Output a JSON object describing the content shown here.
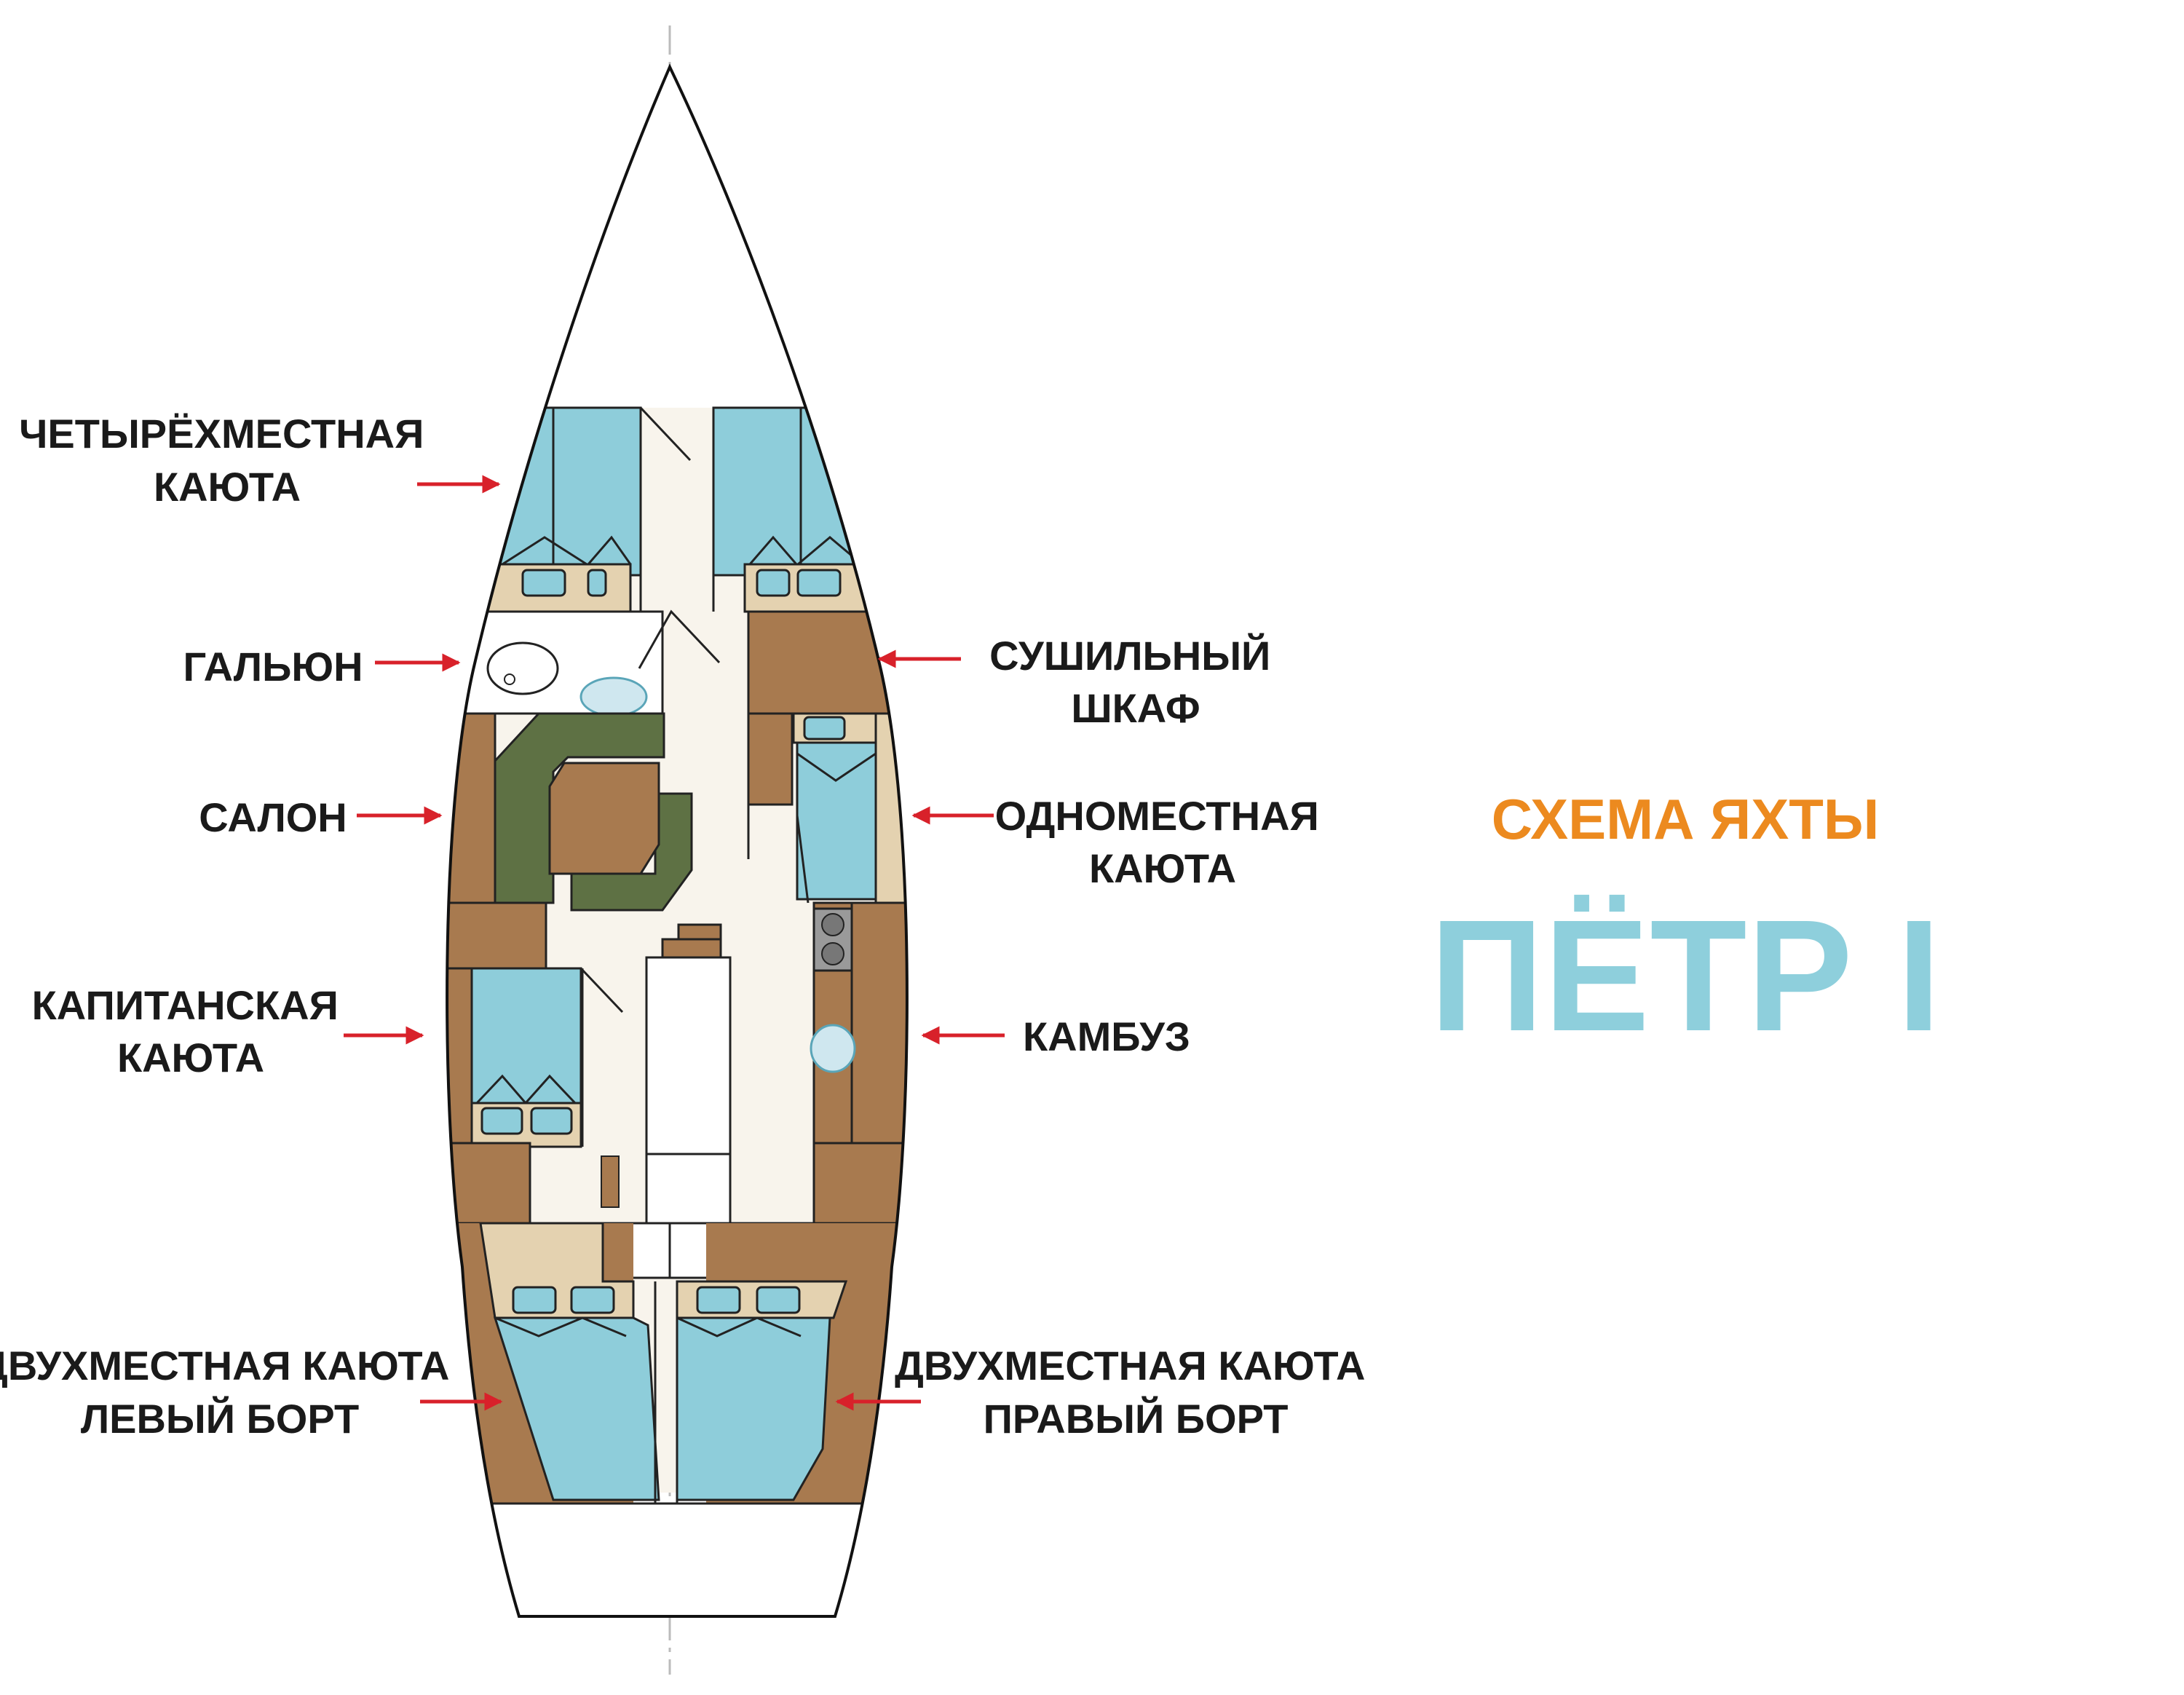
{
  "colors": {
    "berth": "#8ecdda",
    "wood": "#a87a4f",
    "sofa": "#5e7144",
    "floor": "#f8f4ec",
    "beige": "#e4d2b0",
    "outline": "#222222",
    "arrow": "#d8212a",
    "subtitle": "#ec8a1f",
    "title": "#8ecfdc"
  },
  "title": {
    "subtitle": "СХЕМА ЯХТЫ",
    "name": "ПЁТР I"
  },
  "labels": {
    "four_berth_cabin": [
      "ЧЕТЫРЁХМЕСТНАЯ",
      "КАЮТА"
    ],
    "head": [
      "ГАЛЬЮН"
    ],
    "saloon": [
      "САЛОН"
    ],
    "captain_cabin": [
      "КАПИТАНСКАЯ",
      "КАЮТА"
    ],
    "double_cabin_port": [
      "ДВУХМЕСТНАЯ КАЮТА",
      "ЛЕВЫЙ БОРТ"
    ],
    "drying_locker": [
      "СУШИЛЬНЫЙ",
      "ШКАФ"
    ],
    "single_cabin": [
      "ОДНОМЕСТНАЯ",
      "КАЮТА"
    ],
    "galley": [
      "КАМБУЗ"
    ],
    "double_cabin_starboard": [
      "ДВУХМЕСТНАЯ КАЮТА",
      "ПРАВЫЙ БОРТ"
    ]
  }
}
